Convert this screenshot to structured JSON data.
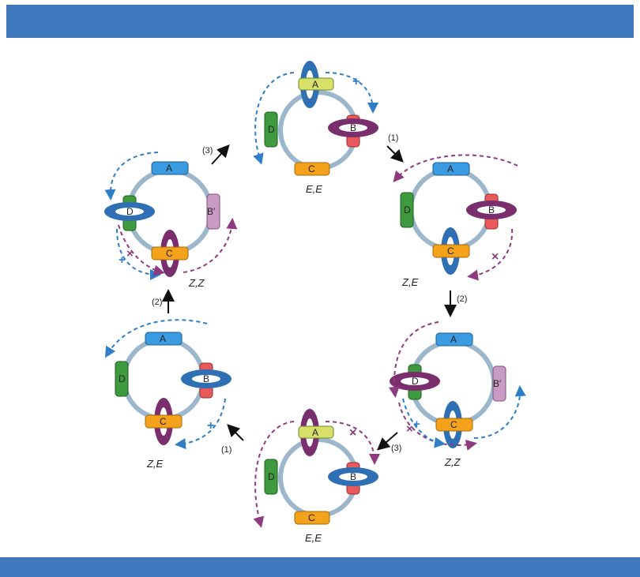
{
  "rotaxanes": [
    {
      "id": "top",
      "config": "E,E",
      "stations": [
        "A",
        "B",
        "C",
        "D"
      ]
    },
    {
      "id": "right-upper",
      "config": "Z,E",
      "stations": [
        "A",
        "B",
        "C",
        "D"
      ]
    },
    {
      "id": "right-lower",
      "config": "Z,Z",
      "stations": [
        "A",
        "B′",
        "C",
        "D"
      ]
    },
    {
      "id": "bottom",
      "config": "E,E",
      "stations": [
        "A",
        "B",
        "C",
        "D"
      ]
    },
    {
      "id": "left-lower",
      "config": "Z,E",
      "stations": [
        "A",
        "B",
        "C",
        "D"
      ]
    },
    {
      "id": "left-upper",
      "config": "Z,Z",
      "stations": [
        "A",
        "B′",
        "C",
        "D"
      ]
    }
  ],
  "steps": {
    "top_to_right": "(1)",
    "right_down": "(2)",
    "right_to_bottom": "(3)",
    "bottom_to_left": "(1)",
    "left_up": "(2)",
    "left_to_top": "(3)"
  },
  "colors": {
    "band": "#3f78bd",
    "track": "#9cb6cc",
    "ring_blue": "#2f6fb3",
    "ring_purple": "#7a2e6e",
    "station_A": "#3a9be0",
    "station_B": "#e85a5a",
    "station_Bprime": "#c99ac4",
    "station_C": "#f4a21c",
    "station_D": "#3f9a3f",
    "station_A_yellow": "#d8e06a"
  }
}
